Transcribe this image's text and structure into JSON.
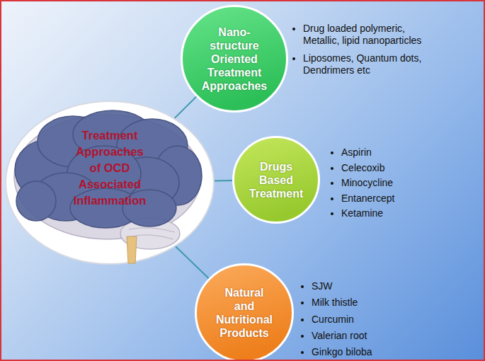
{
  "diagram": {
    "nodes": [
      {
        "text": [
          "Treatment Approaches of OCD Associated Inflammation"
        ]
      },
      {
        "text": [
          "Nano-structure Oriented Treatment Approaches"
        ]
      },
      {
        "text": [
          "Drugs Based Treatment"
        ]
      },
      {
        "text": [
          "Natural and Nutritional Products"
        ]
      }
    ],
    "edges": [
      {
        "from": 0,
        "to": 1,
        "arrow": "none"
      },
      {
        "from": 0,
        "to": 2,
        "arrow": "none"
      },
      {
        "from": 0,
        "to": 3,
        "arrow": "none"
      }
    ],
    "labels": [
      "Drug loaded polymeric, Metallic, lipid nanoparticles",
      "Liposomes, Quantum dots, Dendrimers etc",
      "Aspirin",
      "Celecoxib",
      "Minocycline",
      "Entanercept",
      "Ketamine",
      "SJW",
      "Milk thistle",
      "Curcumin",
      "Valerian root",
      "Ginkgo biloba"
    ]
  }
}
